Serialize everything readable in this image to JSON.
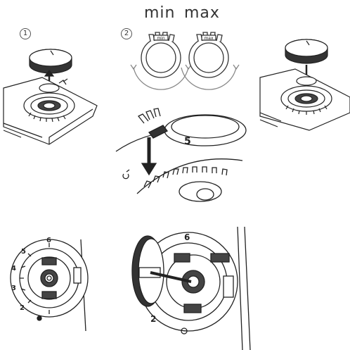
{
  "header": {
    "min_label": "min",
    "max_label": "max"
  },
  "steps": [
    "1",
    "2"
  ],
  "dial_marks": {
    "knob_small": [
      "min",
      "max"
    ],
    "ring_min": "min",
    "ring_max": "max",
    "panel_numbers": [
      "2",
      "3",
      "4",
      "5",
      "6"
    ],
    "zoom_number": "5"
  }
}
